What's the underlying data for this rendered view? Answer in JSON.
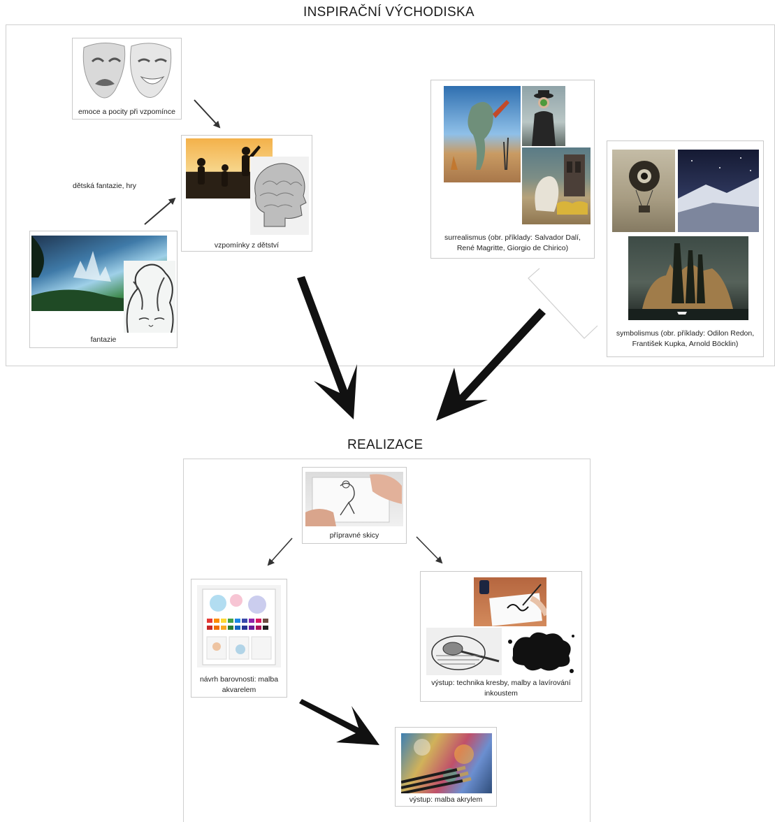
{
  "sections": {
    "inspiration_title": "INSPIRAČNÍ VÝCHODISKA",
    "realization_title": "REALIZACE"
  },
  "inspiration": {
    "masks_caption": "emoce a pocity při vzpomínce",
    "childhood_caption": "vzpomínky z dětství",
    "child_fantasy_label": "dětská fantazie, hry",
    "fantasy_caption": "fantazie",
    "surrealism_caption": "surrealismus (obr. příklady: Salvador Dalí, René Magritte, Giorgio de Chirico)",
    "symbolism_caption": "symbolismus (obr. příklady: Odilon Redon, František Kupka, Arnold Böcklin)"
  },
  "realization": {
    "sketches_caption": "přípravné skicy",
    "watercolor_caption": "návrh barovnosti: malba akvarelem",
    "ink_caption": "výstup: technika kresby, malby a lavírování inkoustem",
    "acrylic_caption": "výstup: malba akrylem"
  },
  "colors": {
    "frame_border": "#cfcfcf",
    "card_border": "#c9c9c9",
    "arrow": "#111111"
  }
}
